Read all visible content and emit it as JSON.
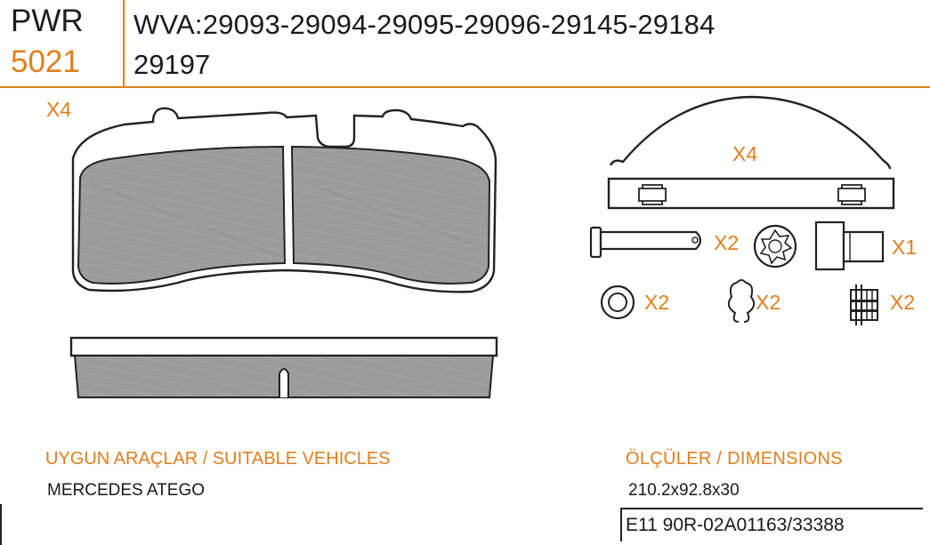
{
  "header": {
    "brand": "PWR",
    "code": "5021",
    "wva_line1": "WVA:29093-29094-29095-29096-29145-29184",
    "wva_line2": "29197"
  },
  "quantities": {
    "pad": "X4",
    "spring": "X4",
    "pin": "X2",
    "bolt": "X1",
    "washer": "X2",
    "clip": "X2",
    "bushing": "X2"
  },
  "vehicles": {
    "title": "UYGUN ARAÇLAR / SUITABLE VEHICLES",
    "value": "MERCEDES ATEGO"
  },
  "dimensions": {
    "title": "ÖLÇÜLER / DIMENSIONS",
    "value": "210.2x92.8x30",
    "certification": "E11 90R-02A01163/33388"
  },
  "colors": {
    "accent": "#e07f1f",
    "lining": "#9a9a9a",
    "outline": "#222222"
  }
}
